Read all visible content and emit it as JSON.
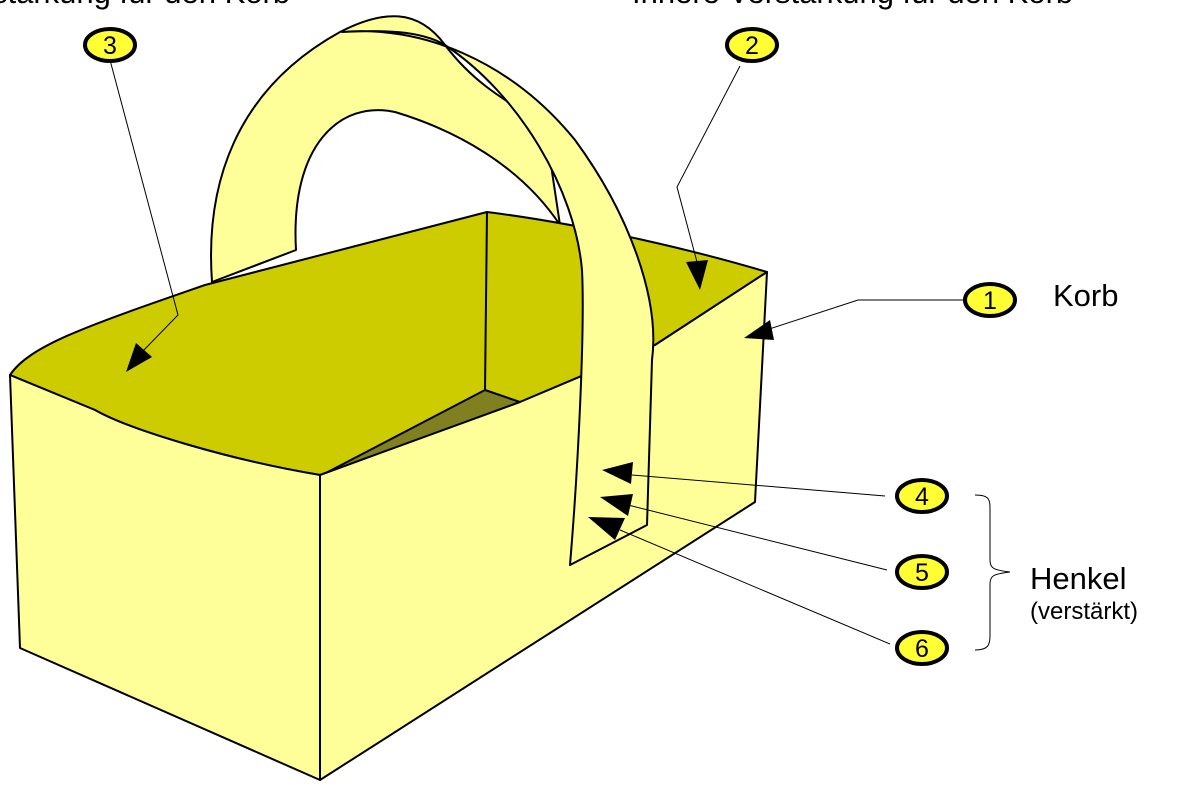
{
  "labels": {
    "top_left": "stärkung für den Korb",
    "top_right": "Innere Verstärkung für den Korb",
    "korb": "Korb",
    "henkel": "Henkel",
    "henkel_sub": "(verstärkt)"
  },
  "badges": [
    {
      "id": "1",
      "text": "1"
    },
    {
      "id": "2",
      "text": "2"
    },
    {
      "id": "3",
      "text": "3"
    },
    {
      "id": "4",
      "text": "4"
    },
    {
      "id": "5",
      "text": "5"
    },
    {
      "id": "6",
      "text": "6"
    }
  ],
  "colors": {
    "basket_side": "#FFFF99",
    "basket_interior": "#CCCC00",
    "basket_floor": "#808020",
    "handle": "#FFFF99",
    "badge_fill": "#FFFF33",
    "outline": "#000000"
  }
}
